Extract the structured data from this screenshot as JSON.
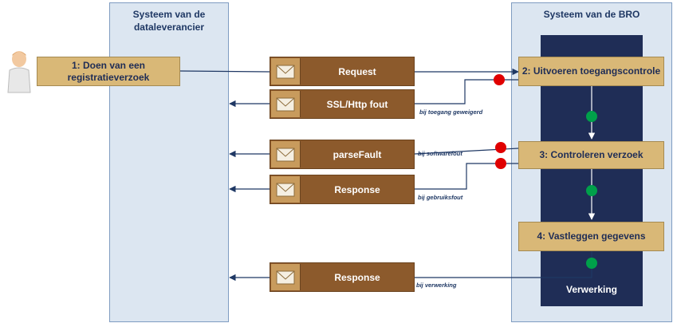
{
  "lanes": {
    "leverancier_title": "Systeem van de dataleverancier",
    "bro_title": "Systeem van de BRO",
    "verwerking_label": "Verwerking"
  },
  "steps": {
    "step1": "1: Doen van een registratieverzoek",
    "step2": "2: Uitvoeren toegangscontrole",
    "step3": "3:  Controleren verzoek",
    "step4": "4: Vastleggen gegevens"
  },
  "messages": {
    "request": "Request",
    "ssl": "SSL/Http fout",
    "parsefault": "parseFault",
    "response1": "Response",
    "response2": "Response"
  },
  "notes": {
    "toegang": "bij toegang geweigerd",
    "software": "bij softwarefout",
    "gebruik": "bij gebruiksfout",
    "verwerking": "bij verwerking"
  },
  "colors": {
    "lane_fill": "#dce6f1",
    "processing_fill": "#1f2d56",
    "step_fill": "#d9b877",
    "message_fill": "#8c5a2c",
    "fail_dot": "#e00000",
    "pass_dot": "#00a04a"
  },
  "icons": [
    "user-icon",
    "envelope-icon"
  ]
}
